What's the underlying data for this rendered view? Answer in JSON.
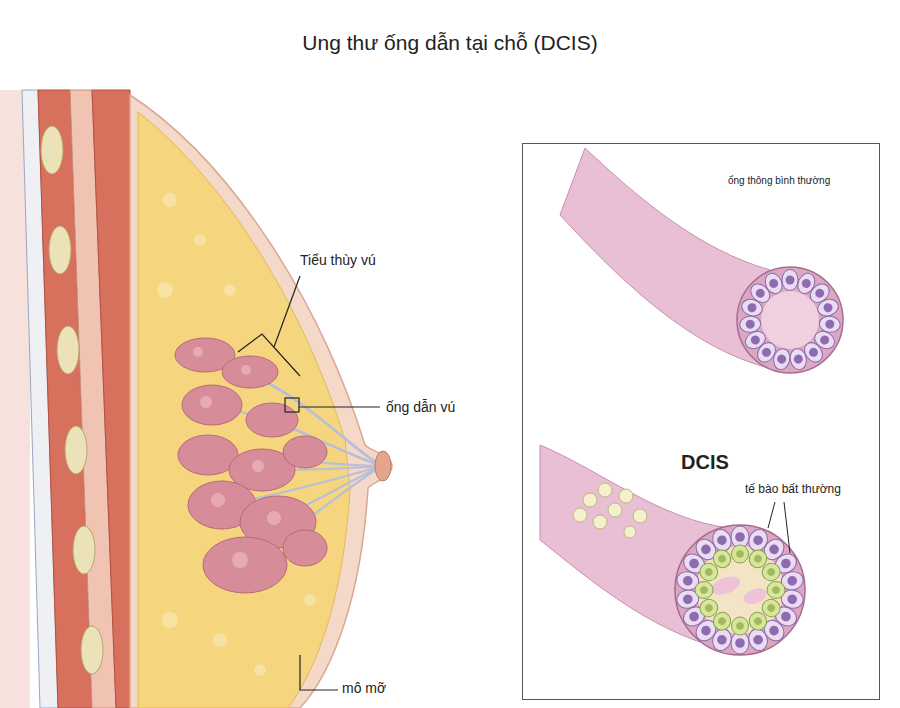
{
  "diagram": {
    "title": "Ung thư ống dẫn tại chỗ (DCIS)",
    "nodes": [
      {
        "text": [
          "ống thông bình thường",
          "DCIS",
          "tế bào bất thường"
        ]
      }
    ],
    "labels": [
      "Tiểu thùy vú",
      "ống dẫn vú",
      "mô mỡ"
    ]
  }
}
